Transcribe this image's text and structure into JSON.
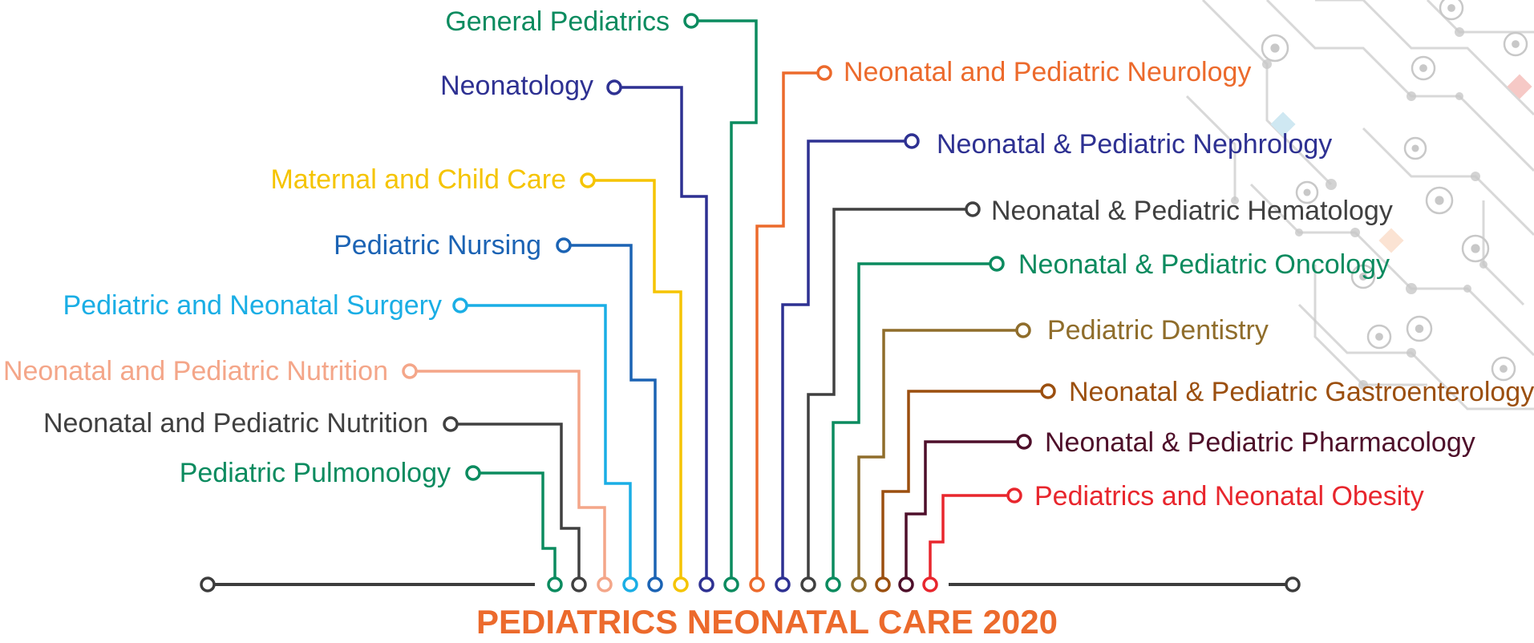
{
  "footer": {
    "title": "PEDIATRICS NEONATAL CARE 2020",
    "color": "#ec6a2c"
  },
  "colors": {
    "baseline": "#3c3c3c",
    "decor": "#c8c8c8"
  },
  "left_topics": [
    {
      "label": "General Pediatrics",
      "color": "#0b8b5f"
    },
    {
      "label": "Neonatology",
      "color": "#2e3192"
    },
    {
      "label": "Maternal and Child Care",
      "color": "#f5c400"
    },
    {
      "label": "Pediatric Nursing",
      "color": "#1b63b4"
    },
    {
      "label": "Pediatric and Neonatal Surgery",
      "color": "#1aaee5"
    },
    {
      "label": "Neonatal and Pediatric Nutrition",
      "color": "#f4a689"
    },
    {
      "label": "Neonatal and Pediatric Nutrition",
      "color": "#404040"
    },
    {
      "label": "Pediatric Pulmonology",
      "color": "#0b8b5f"
    }
  ],
  "right_topics": [
    {
      "label": "Neonatal and Pediatric Neurology",
      "color": "#ec6a2c"
    },
    {
      "label": "Neonatal & Pediatric Nephrology",
      "color": "#2e3192"
    },
    {
      "label": "Neonatal & Pediatric Hematology",
      "color": "#404040"
    },
    {
      "label": "Neonatal & Pediatric Oncology",
      "color": "#0b8b5f"
    },
    {
      "label": "Pediatric Dentistry",
      "color": "#8f6d2b"
    },
    {
      "label": "Neonatal & Pediatric Gastroenterology",
      "color": "#9b4f0f"
    },
    {
      "label": "Neonatal & Pediatric Pharmacology",
      "color": "#4e0f2a"
    },
    {
      "label": "Pediatrics and Neonatal Obesity",
      "color": "#e8262d"
    }
  ]
}
